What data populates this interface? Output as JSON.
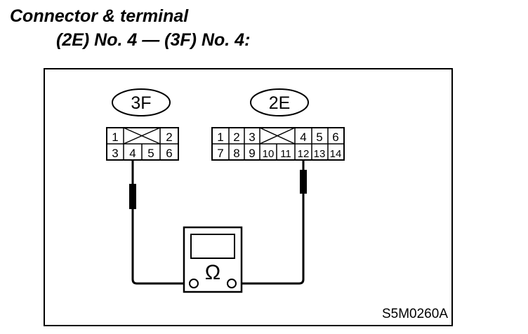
{
  "header": {
    "title": "Connector & terminal",
    "subtitle": "(2E) No. 4 — (3F) No. 4:"
  },
  "connector_3f": {
    "label": "3F",
    "pins_top": [
      "1",
      "",
      "2"
    ],
    "pins_bottom": [
      "3",
      "4",
      "5",
      "6"
    ]
  },
  "connector_2e": {
    "label": "2E",
    "pins_top": [
      "1",
      "2",
      "3",
      "",
      "4",
      "5",
      "6"
    ],
    "pins_bottom": [
      "7",
      "8",
      "9",
      "10",
      "11",
      "12",
      "13",
      "14"
    ]
  },
  "meter": {
    "symbol": "Ω",
    "icon": "ohmmeter-icon"
  },
  "figure_code": "S5M0260A"
}
